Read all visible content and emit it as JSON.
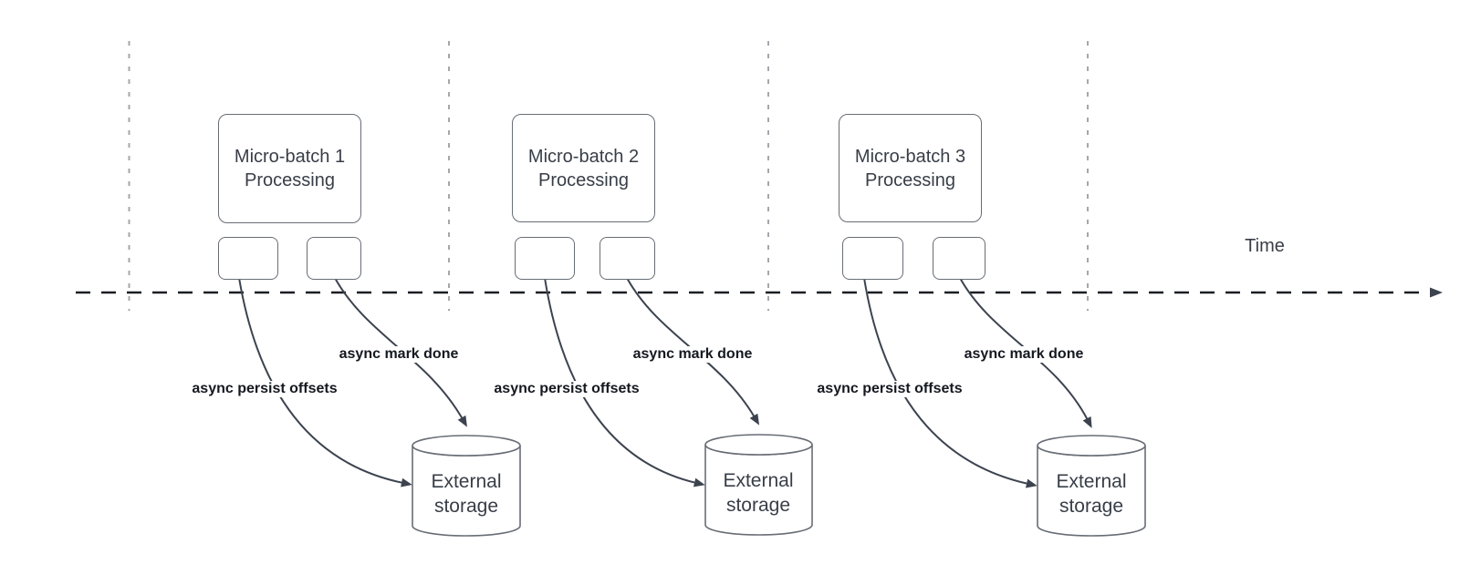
{
  "time_label": "Time",
  "batches": [
    {
      "box_line1": "Micro-batch 1",
      "box_line2": "Processing",
      "persist_label": "async persist offsets",
      "done_label": "async mark done",
      "storage_line1": "External",
      "storage_line2": "storage"
    },
    {
      "box_line1": "Micro-batch 2",
      "box_line2": "Processing",
      "persist_label": "async persist offsets",
      "done_label": "async mark done",
      "storage_line1": "External",
      "storage_line2": "storage"
    },
    {
      "box_line1": "Micro-batch 3",
      "box_line2": "Processing",
      "persist_label": "async persist offsets",
      "done_label": "async mark done",
      "storage_line1": "External",
      "storage_line2": "storage"
    }
  ],
  "colors": {
    "gridline": "#a4a7ab",
    "axis": "#1b1e23",
    "connector": "#3c434f",
    "shape-border": "#686d75",
    "box-text": "#383e47",
    "label-text": "#14181f",
    "bg": "#ffffff"
  }
}
